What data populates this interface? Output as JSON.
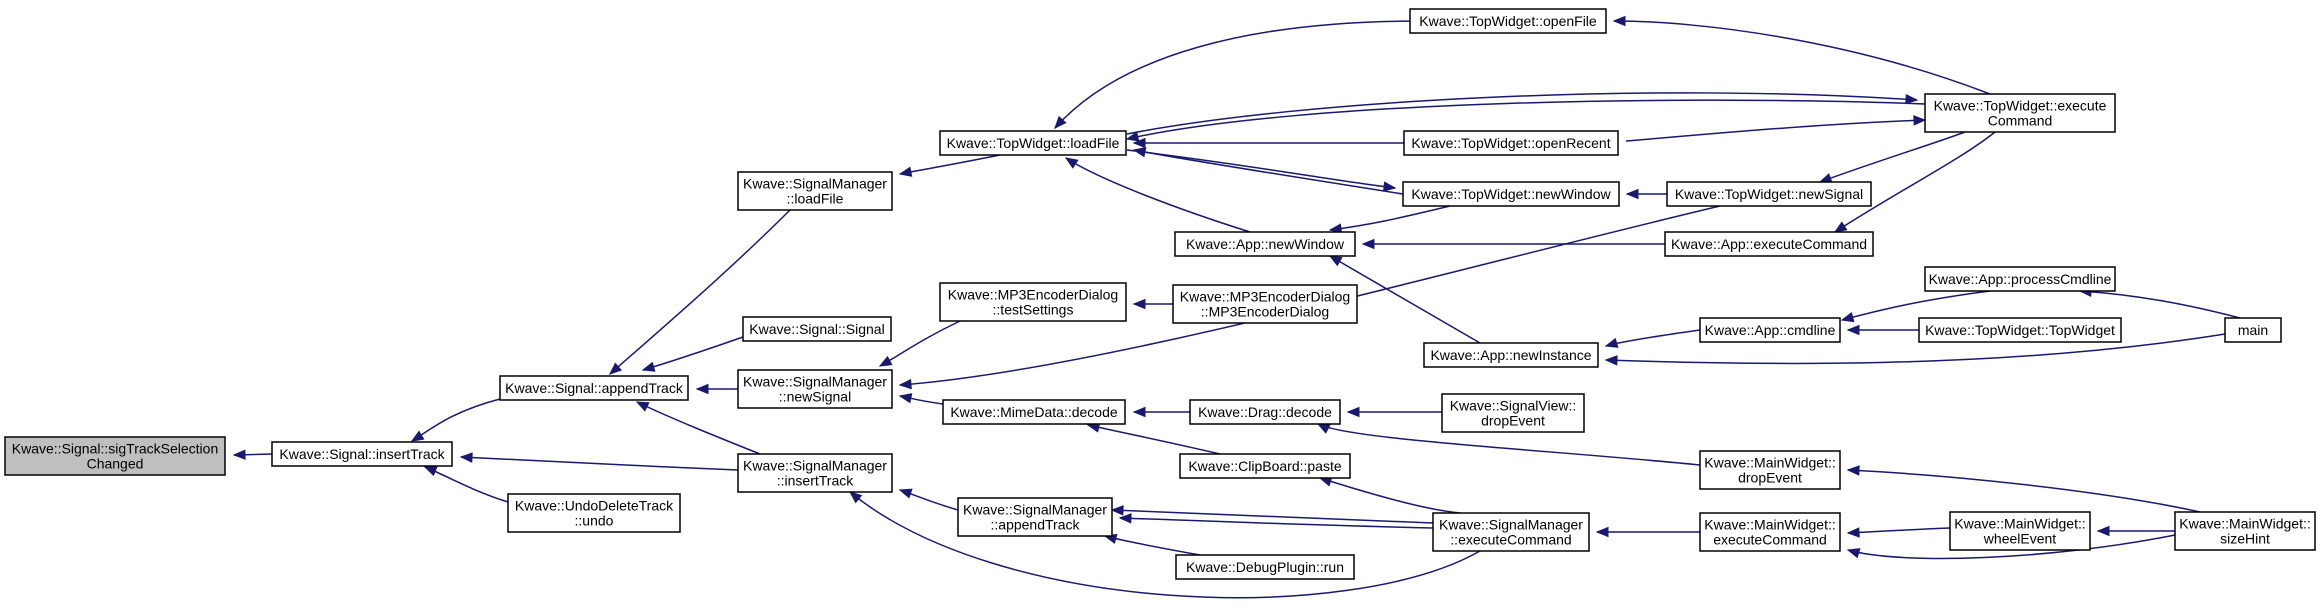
{
  "graph": {
    "type": "doxygen-caller-graph",
    "colors": {
      "edge": "#191970",
      "node_border": "#000000",
      "root_fill": "#bfbfbf",
      "node_fill": "#ffffff"
    },
    "nodes": [
      {
        "id": "sigTrackSelectionChanged",
        "lines": [
          "Kwave::Signal::sigTrackSelection",
          "Changed"
        ],
        "root": true
      },
      {
        "id": "insertTrack",
        "lines": [
          "Kwave::Signal::insertTrack"
        ]
      },
      {
        "id": "appendTrack",
        "lines": [
          "Kwave::Signal::appendTrack"
        ]
      },
      {
        "id": "undoDeleteTrack",
        "lines": [
          "Kwave::UndoDeleteTrack",
          "::undo"
        ]
      },
      {
        "id": "smLoadFile",
        "lines": [
          "Kwave::SignalManager",
          "::loadFile"
        ]
      },
      {
        "id": "signalSignal",
        "lines": [
          "Kwave::Signal::Signal"
        ]
      },
      {
        "id": "smNewSignal",
        "lines": [
          "Kwave::SignalManager",
          "::newSignal"
        ]
      },
      {
        "id": "smInsertTrack",
        "lines": [
          "Kwave::SignalManager",
          "::insertTrack"
        ]
      },
      {
        "id": "twLoadFile",
        "lines": [
          "Kwave::TopWidget::loadFile"
        ]
      },
      {
        "id": "mp3TestSettings",
        "lines": [
          "Kwave::MP3EncoderDialog",
          "::testSettings"
        ]
      },
      {
        "id": "mimeDecode",
        "lines": [
          "Kwave::MimeData::decode"
        ]
      },
      {
        "id": "smAppendTrack",
        "lines": [
          "Kwave::SignalManager",
          "::appendTrack"
        ]
      },
      {
        "id": "twOpenFile",
        "lines": [
          "Kwave::TopWidget::openFile"
        ]
      },
      {
        "id": "twOpenRecent",
        "lines": [
          "Kwave::TopWidget::openRecent"
        ]
      },
      {
        "id": "twNewWindow",
        "lines": [
          "Kwave::TopWidget::newWindow"
        ]
      },
      {
        "id": "appNewWindow",
        "lines": [
          "Kwave::App::newWindow"
        ]
      },
      {
        "id": "mp3Ctor",
        "lines": [
          "Kwave::MP3EncoderDialog",
          "::MP3EncoderDialog"
        ]
      },
      {
        "id": "dragDecode",
        "lines": [
          "Kwave::Drag::decode"
        ]
      },
      {
        "id": "clipPaste",
        "lines": [
          "Kwave::ClipBoard::paste"
        ]
      },
      {
        "id": "debugRun",
        "lines": [
          "Kwave::DebugPlugin::run"
        ]
      },
      {
        "id": "smExecuteCommand",
        "lines": [
          "Kwave::SignalManager",
          "::executeCommand"
        ]
      },
      {
        "id": "appNewInstance",
        "lines": [
          "Kwave::App::newInstance"
        ]
      },
      {
        "id": "svDropEvent",
        "lines": [
          "Kwave::SignalView::",
          "dropEvent"
        ]
      },
      {
        "id": "twNewSignal",
        "lines": [
          "Kwave::TopWidget::newSignal"
        ]
      },
      {
        "id": "appExecuteCommand",
        "lines": [
          "Kwave::App::executeCommand"
        ]
      },
      {
        "id": "appCmdline",
        "lines": [
          "Kwave::App::cmdline"
        ]
      },
      {
        "id": "mwDropEvent",
        "lines": [
          "Kwave::MainWidget::",
          "dropEvent"
        ]
      },
      {
        "id": "mwExecuteCommand",
        "lines": [
          "Kwave::MainWidget::",
          "executeCommand"
        ]
      },
      {
        "id": "twExecuteCommand",
        "lines": [
          "Kwave::TopWidget::execute",
          "Command"
        ]
      },
      {
        "id": "appProcessCmdline",
        "lines": [
          "Kwave::App::processCmdline"
        ]
      },
      {
        "id": "twTopWidget",
        "lines": [
          "Kwave::TopWidget::TopWidget"
        ]
      },
      {
        "id": "mwWheelEvent",
        "lines": [
          "Kwave::MainWidget::",
          "wheelEvent"
        ]
      },
      {
        "id": "main",
        "lines": [
          "main"
        ]
      },
      {
        "id": "mwSizeHint",
        "lines": [
          "Kwave::MainWidget::",
          "sizeHint"
        ]
      }
    ]
  }
}
